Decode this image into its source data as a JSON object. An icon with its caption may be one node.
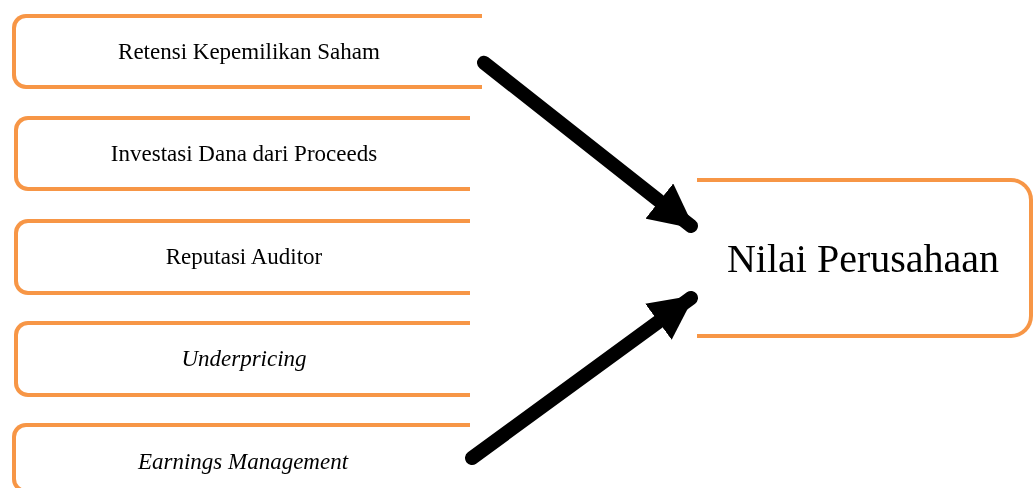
{
  "diagram": {
    "nodes": [
      {
        "text": [
          "Retensi Kepemilikan Saham"
        ]
      },
      {
        "text": [
          "Investasi Dana dari Proceeds"
        ]
      },
      {
        "text": [
          "Reputasi Auditor"
        ]
      },
      {
        "text": [
          "Underpricing"
        ]
      },
      {
        "text": [
          "Earnings Management"
        ]
      },
      {
        "text": [
          "Nilai Perusahaan"
        ]
      }
    ],
    "edges": [
      {
        "from": 0,
        "to": 5,
        "arrow": "to"
      },
      {
        "from": 4,
        "to": 5,
        "arrow": "to"
      }
    ]
  }
}
